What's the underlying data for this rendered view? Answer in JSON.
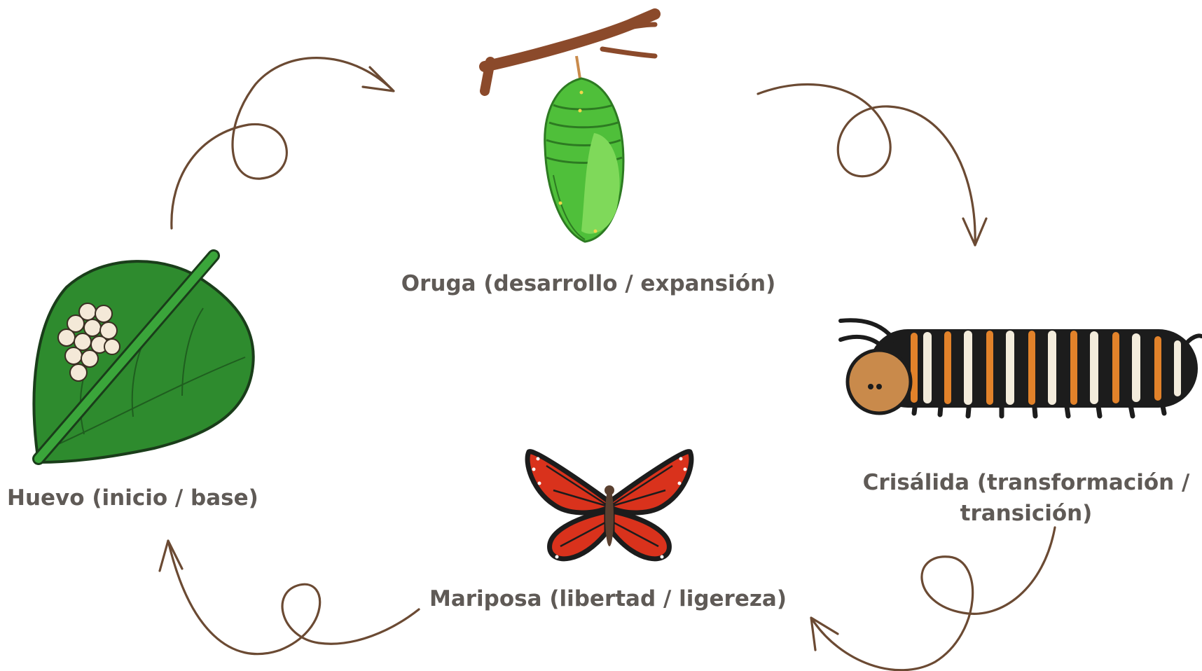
{
  "diagram": {
    "stages": [
      {
        "id": "huevo",
        "label": "Huevo (inicio / base)",
        "icon": "leaf-with-eggs-icon"
      },
      {
        "id": "oruga",
        "label": "Oruga (desarrollo / expansión)",
        "icon": "chrysalis-icon"
      },
      {
        "id": "crisalida",
        "label": "Crisálida (transformación / transición)",
        "icon": "caterpillar-icon"
      },
      {
        "id": "mariposa",
        "label": "Mariposa (libertad / ligereza)",
        "icon": "butterfly-icon"
      }
    ],
    "colors": {
      "arrow": "#6b4a33",
      "label": "#5f5a56",
      "leaf": "#2e8b2e",
      "chrysalis": "#4fbf3a",
      "branch": "#8b4a2b",
      "caterpillar_orange": "#e2822a",
      "butterfly": "#d9321c"
    }
  }
}
